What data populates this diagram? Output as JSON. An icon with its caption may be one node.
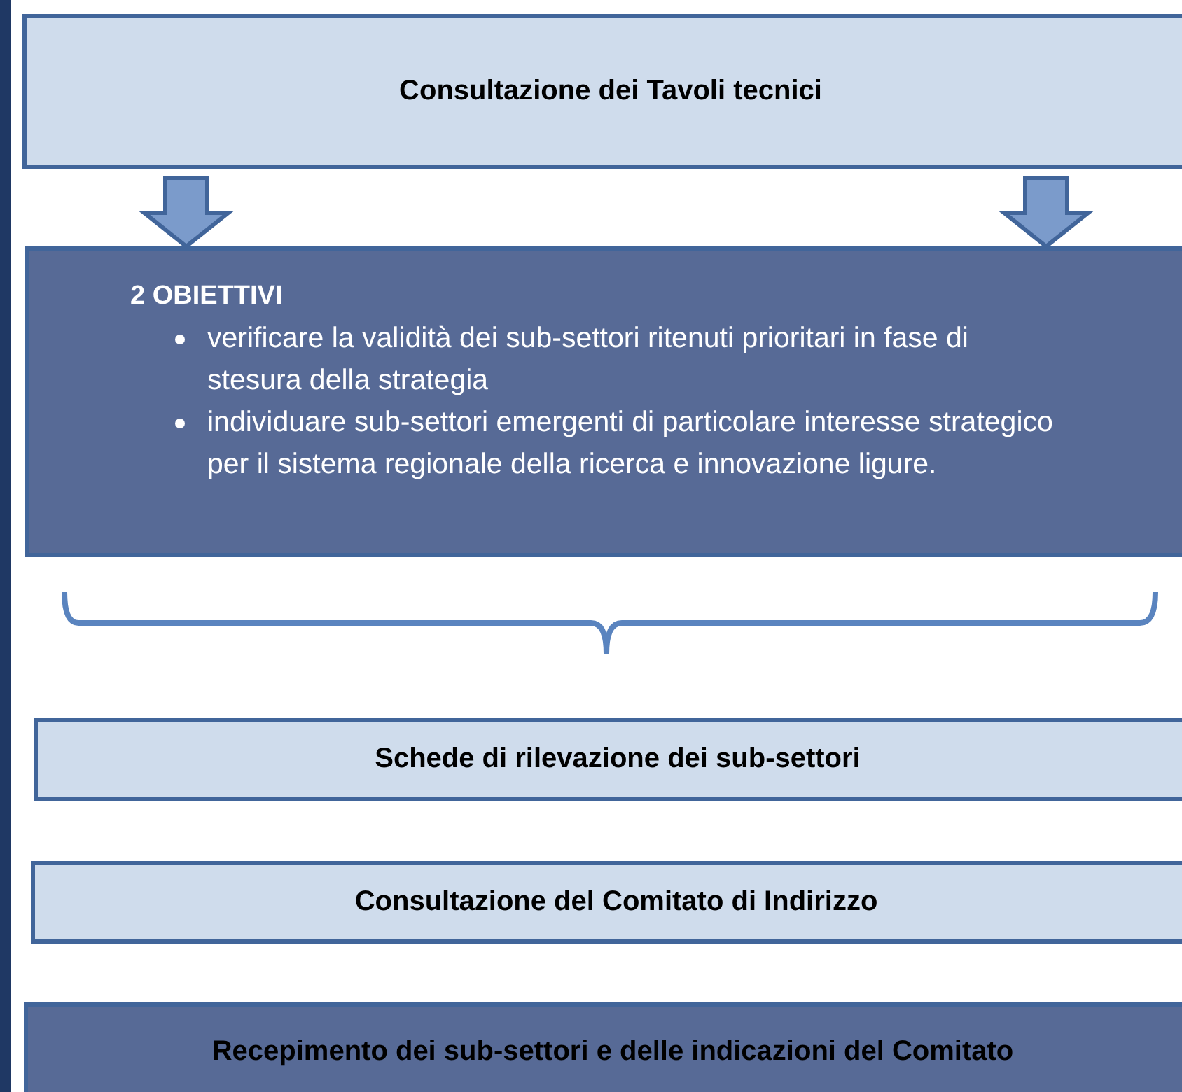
{
  "diagram": {
    "nodes": [
      {
        "text": [
          "Consultazione dei Tavoli  tecnici"
        ]
      },
      {
        "text": [
          "2 OBIETTIVI",
          "verificare la validità dei sub-settori ritenuti prioritari in fase di stesura della strategia",
          "individuare  sub-settori emergenti di particolare interesse strategico per il sistema regionale della ricerca e innovazione ligure."
        ]
      },
      {
        "text": [
          "Schede di rilevazione dei sub-settori"
        ]
      },
      {
        "text": [
          "Consultazione del Comitato di Indirizzo"
        ]
      },
      {
        "text": [
          "Recepimento dei sub-settori e  delle indicazioni del Comitato"
        ]
      }
    ],
    "edges": [
      {
        "from": 0,
        "to": 1,
        "arrow": "to"
      },
      {
        "from": 0,
        "to": 1,
        "arrow": "to"
      }
    ]
  }
}
